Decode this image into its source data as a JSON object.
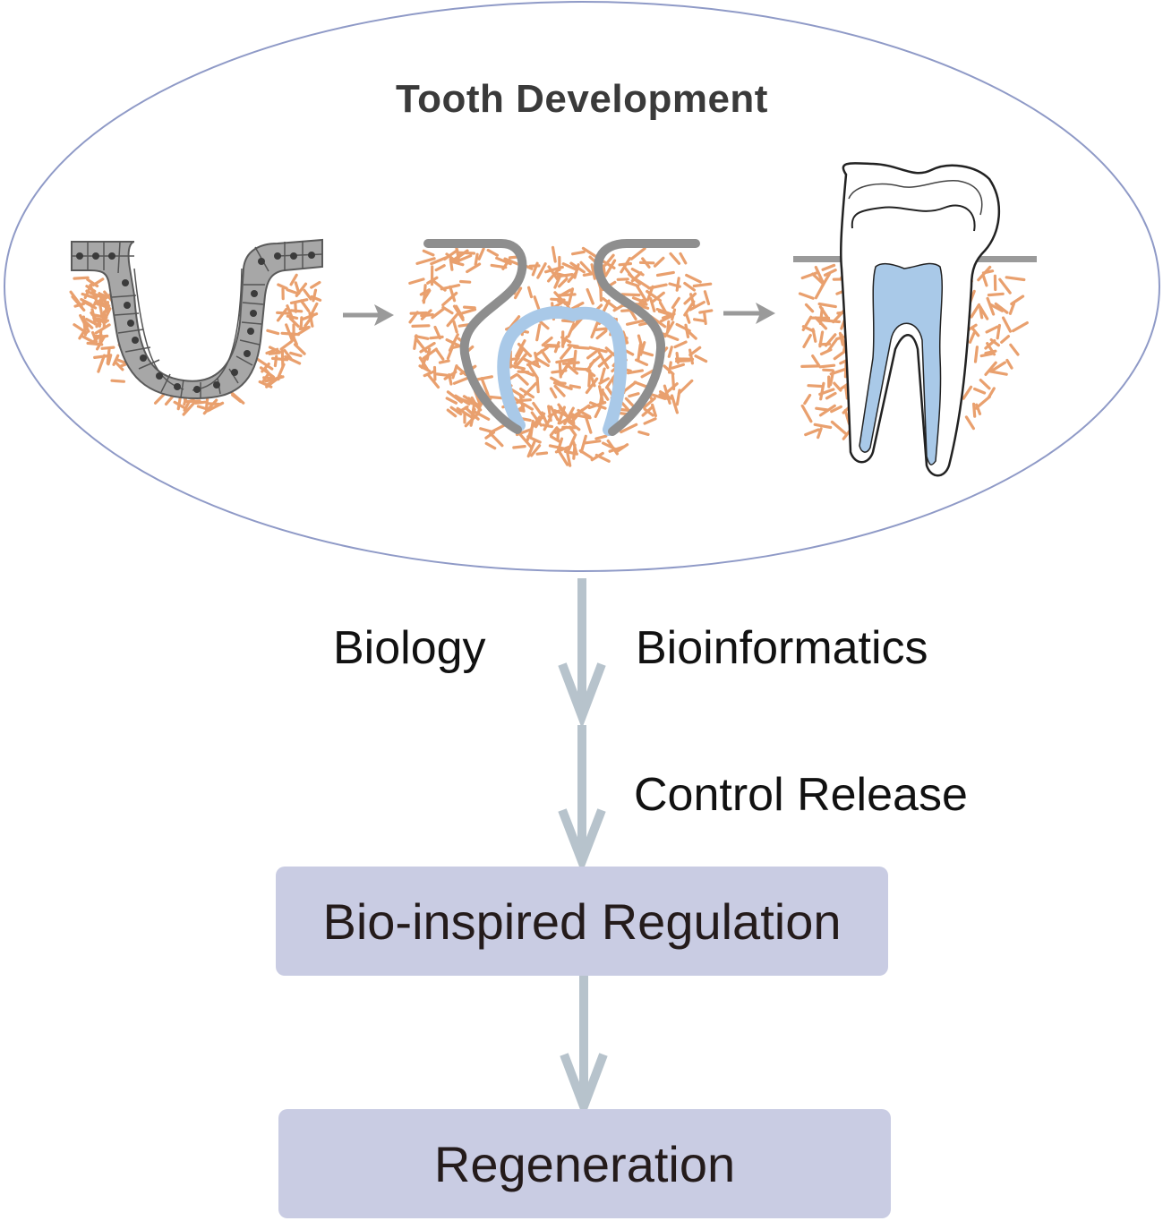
{
  "title": "Tooth Development",
  "stages": [
    {
      "name": "dental-lamina-stage"
    },
    {
      "name": "bell-stage"
    },
    {
      "name": "erupted-molar-stage"
    }
  ],
  "labels": {
    "biology": "Biology",
    "bioinformatics": "Bioinformatics",
    "control_release": "Control Release"
  },
  "boxes": {
    "regulation": "Bio-inspired Regulation",
    "regeneration": "Regeneration"
  },
  "colors": {
    "ellipse_stroke": "#8f9ac7",
    "mesenchyme": "#e9a06e",
    "epithelium": "#9a9a9a",
    "pulp": "#a9c9e8",
    "arrow": "#b7c3cc",
    "box_fill": "#c9cce3"
  }
}
